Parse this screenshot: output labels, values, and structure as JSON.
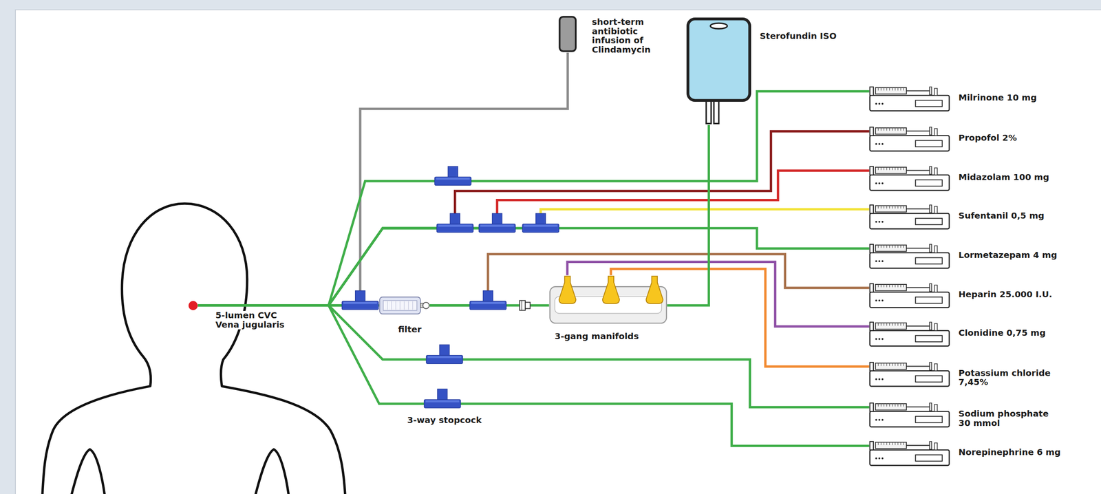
{
  "diagram": {
    "nodes": [
      {
        "text": [
          "5-lumen CVC Vena jugularis"
        ]
      },
      {
        "text": [
          "short-term antibiotic infusion of Clindamycin"
        ]
      },
      {
        "text": [
          "Sterofundin ISO"
        ]
      },
      {
        "text": [
          "filter"
        ]
      },
      {
        "text": [
          "3-gang manifolds"
        ]
      },
      {
        "text": [
          "Milrinone 10 mg"
        ]
      },
      {
        "text": [
          "Propofol 2%"
        ]
      },
      {
        "text": [
          "Midazolam 100 mg"
        ]
      },
      {
        "text": [
          "Sufentanil 0,5 mg"
        ]
      },
      {
        "text": [
          "Lormetazepam 4 mg"
        ]
      },
      {
        "text": [
          "Heparin 25.000 I.U."
        ]
      },
      {
        "text": [
          "Clonidine 0,75 mg"
        ]
      },
      {
        "text": [
          "Potassium chloride 7,45%"
        ]
      },
      {
        "text": [
          "Sodium phosphate 30 mmol"
        ]
      },
      {
        "text": [
          "Norepinephrine 6 mg"
        ]
      }
    ],
    "edges": [
      {
        "from": 1,
        "to": 0,
        "arrow": "none"
      },
      {
        "from": 5,
        "to": 0,
        "arrow": "none"
      },
      {
        "from": 6,
        "to": 0,
        "arrow": "none"
      },
      {
        "from": 7,
        "to": 0,
        "arrow": "none"
      },
      {
        "from": 8,
        "to": 0,
        "arrow": "none"
      },
      {
        "from": 9,
        "to": 0,
        "arrow": "none"
      },
      {
        "from": 3,
        "to": 0,
        "arrow": "none"
      },
      {
        "from": 10,
        "to": 3,
        "arrow": "none"
      },
      {
        "from": 4,
        "to": 3,
        "arrow": "none"
      },
      {
        "from": 11,
        "to": 4,
        "arrow": "none"
      },
      {
        "from": 12,
        "to": 4,
        "arrow": "none"
      },
      {
        "from": 2,
        "to": 4,
        "arrow": "none"
      },
      {
        "from": 13,
        "to": 0,
        "arrow": "none"
      },
      {
        "from": 14,
        "to": 0,
        "arrow": "none"
      }
    ],
    "labels": [
      "3-way stopcock"
    ]
  }
}
